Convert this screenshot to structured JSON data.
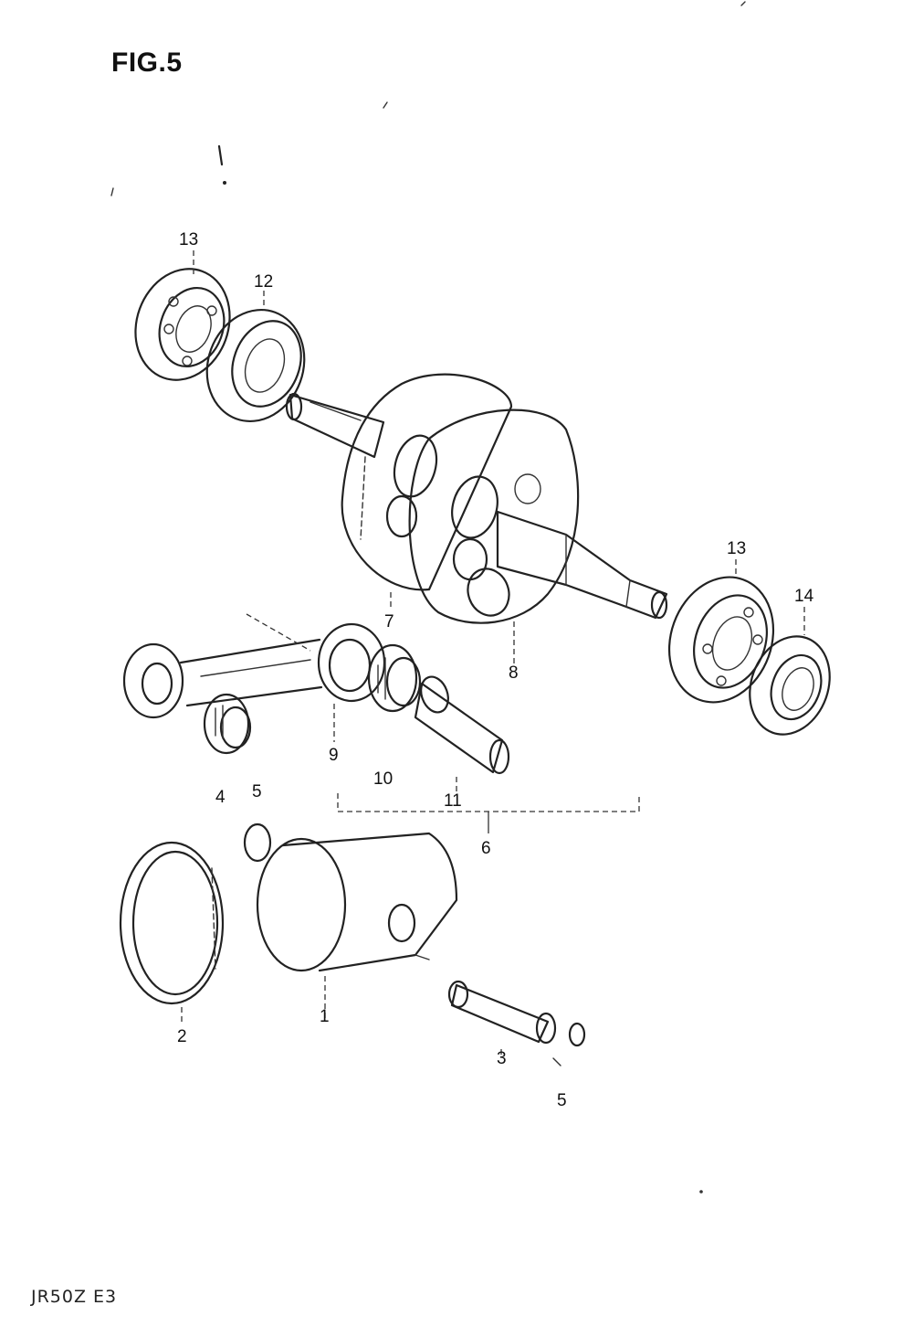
{
  "figure": {
    "title": "FIG.5"
  },
  "footer": {
    "code": "JR50Z E3"
  },
  "callouts": {
    "c1": "1",
    "c2": "2",
    "c3": "3",
    "c4": "4",
    "c5a": "5",
    "c5b": "5",
    "c6": "6",
    "c7": "7",
    "c8": "8",
    "c9": "9",
    "c10": "10",
    "c11": "11",
    "c12": "12",
    "c13a": "13",
    "c13b": "13",
    "c14": "14"
  }
}
